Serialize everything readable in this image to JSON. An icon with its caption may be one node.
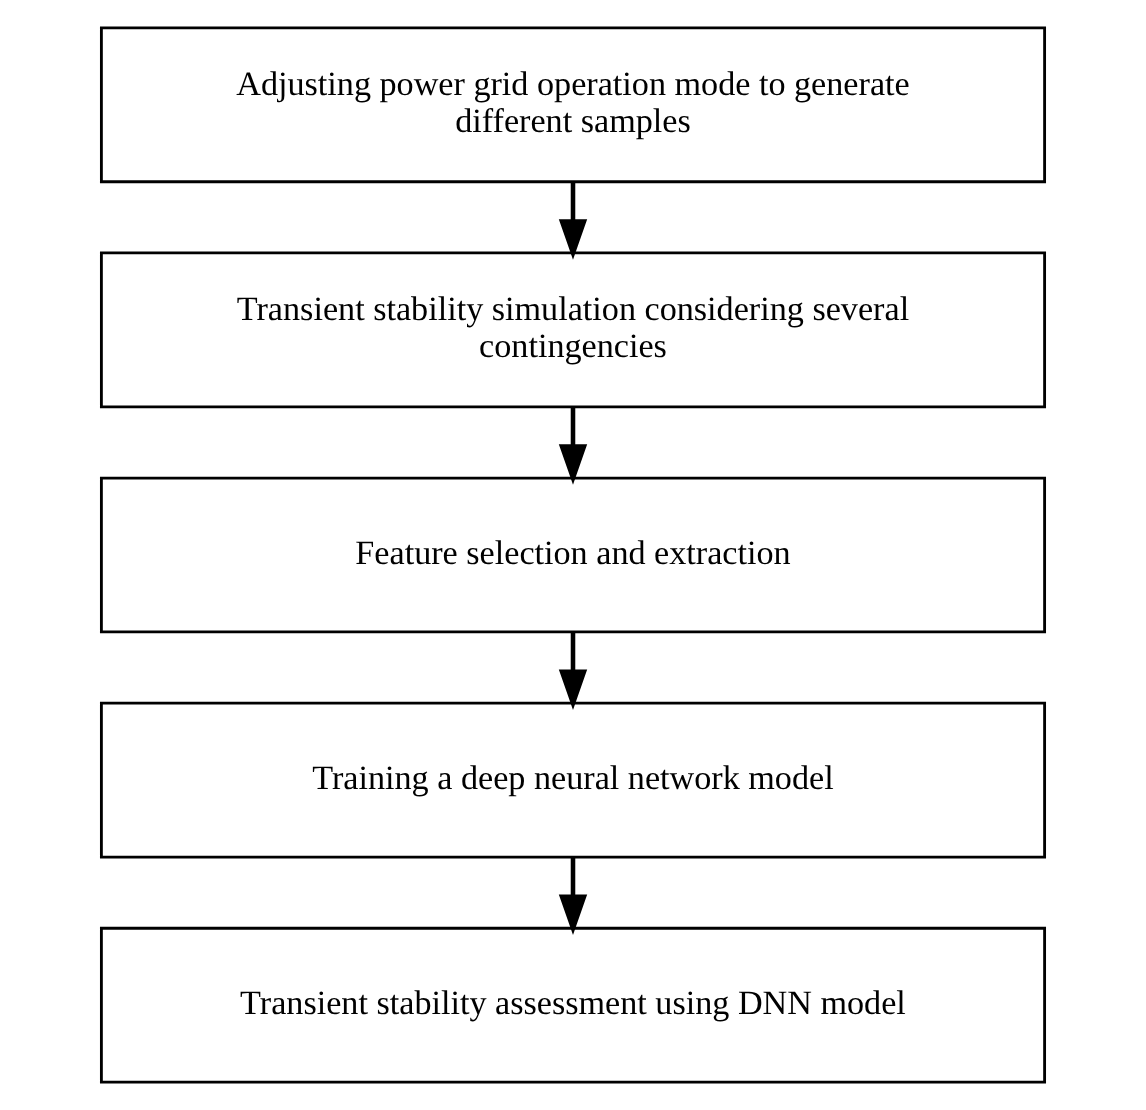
{
  "diagram": {
    "nodes": [
      {
        "text": [
          "Adjusting power grid operation mode to generate different samples"
        ]
      },
      {
        "text": [
          "Transient stability simulation considering several contingencies"
        ]
      },
      {
        "text": [
          "Feature selection and extraction"
        ]
      },
      {
        "text": [
          "Training a deep neural network model"
        ]
      },
      {
        "text": [
          "Transient stability assessment using DNN model"
        ]
      }
    ],
    "edges": [
      {
        "from": 0,
        "to": 1,
        "arrow": "to"
      },
      {
        "from": 1,
        "to": 2,
        "arrow": "to"
      },
      {
        "from": 2,
        "to": 3,
        "arrow": "to"
      },
      {
        "from": 3,
        "to": 4,
        "arrow": "to"
      }
    ]
  }
}
